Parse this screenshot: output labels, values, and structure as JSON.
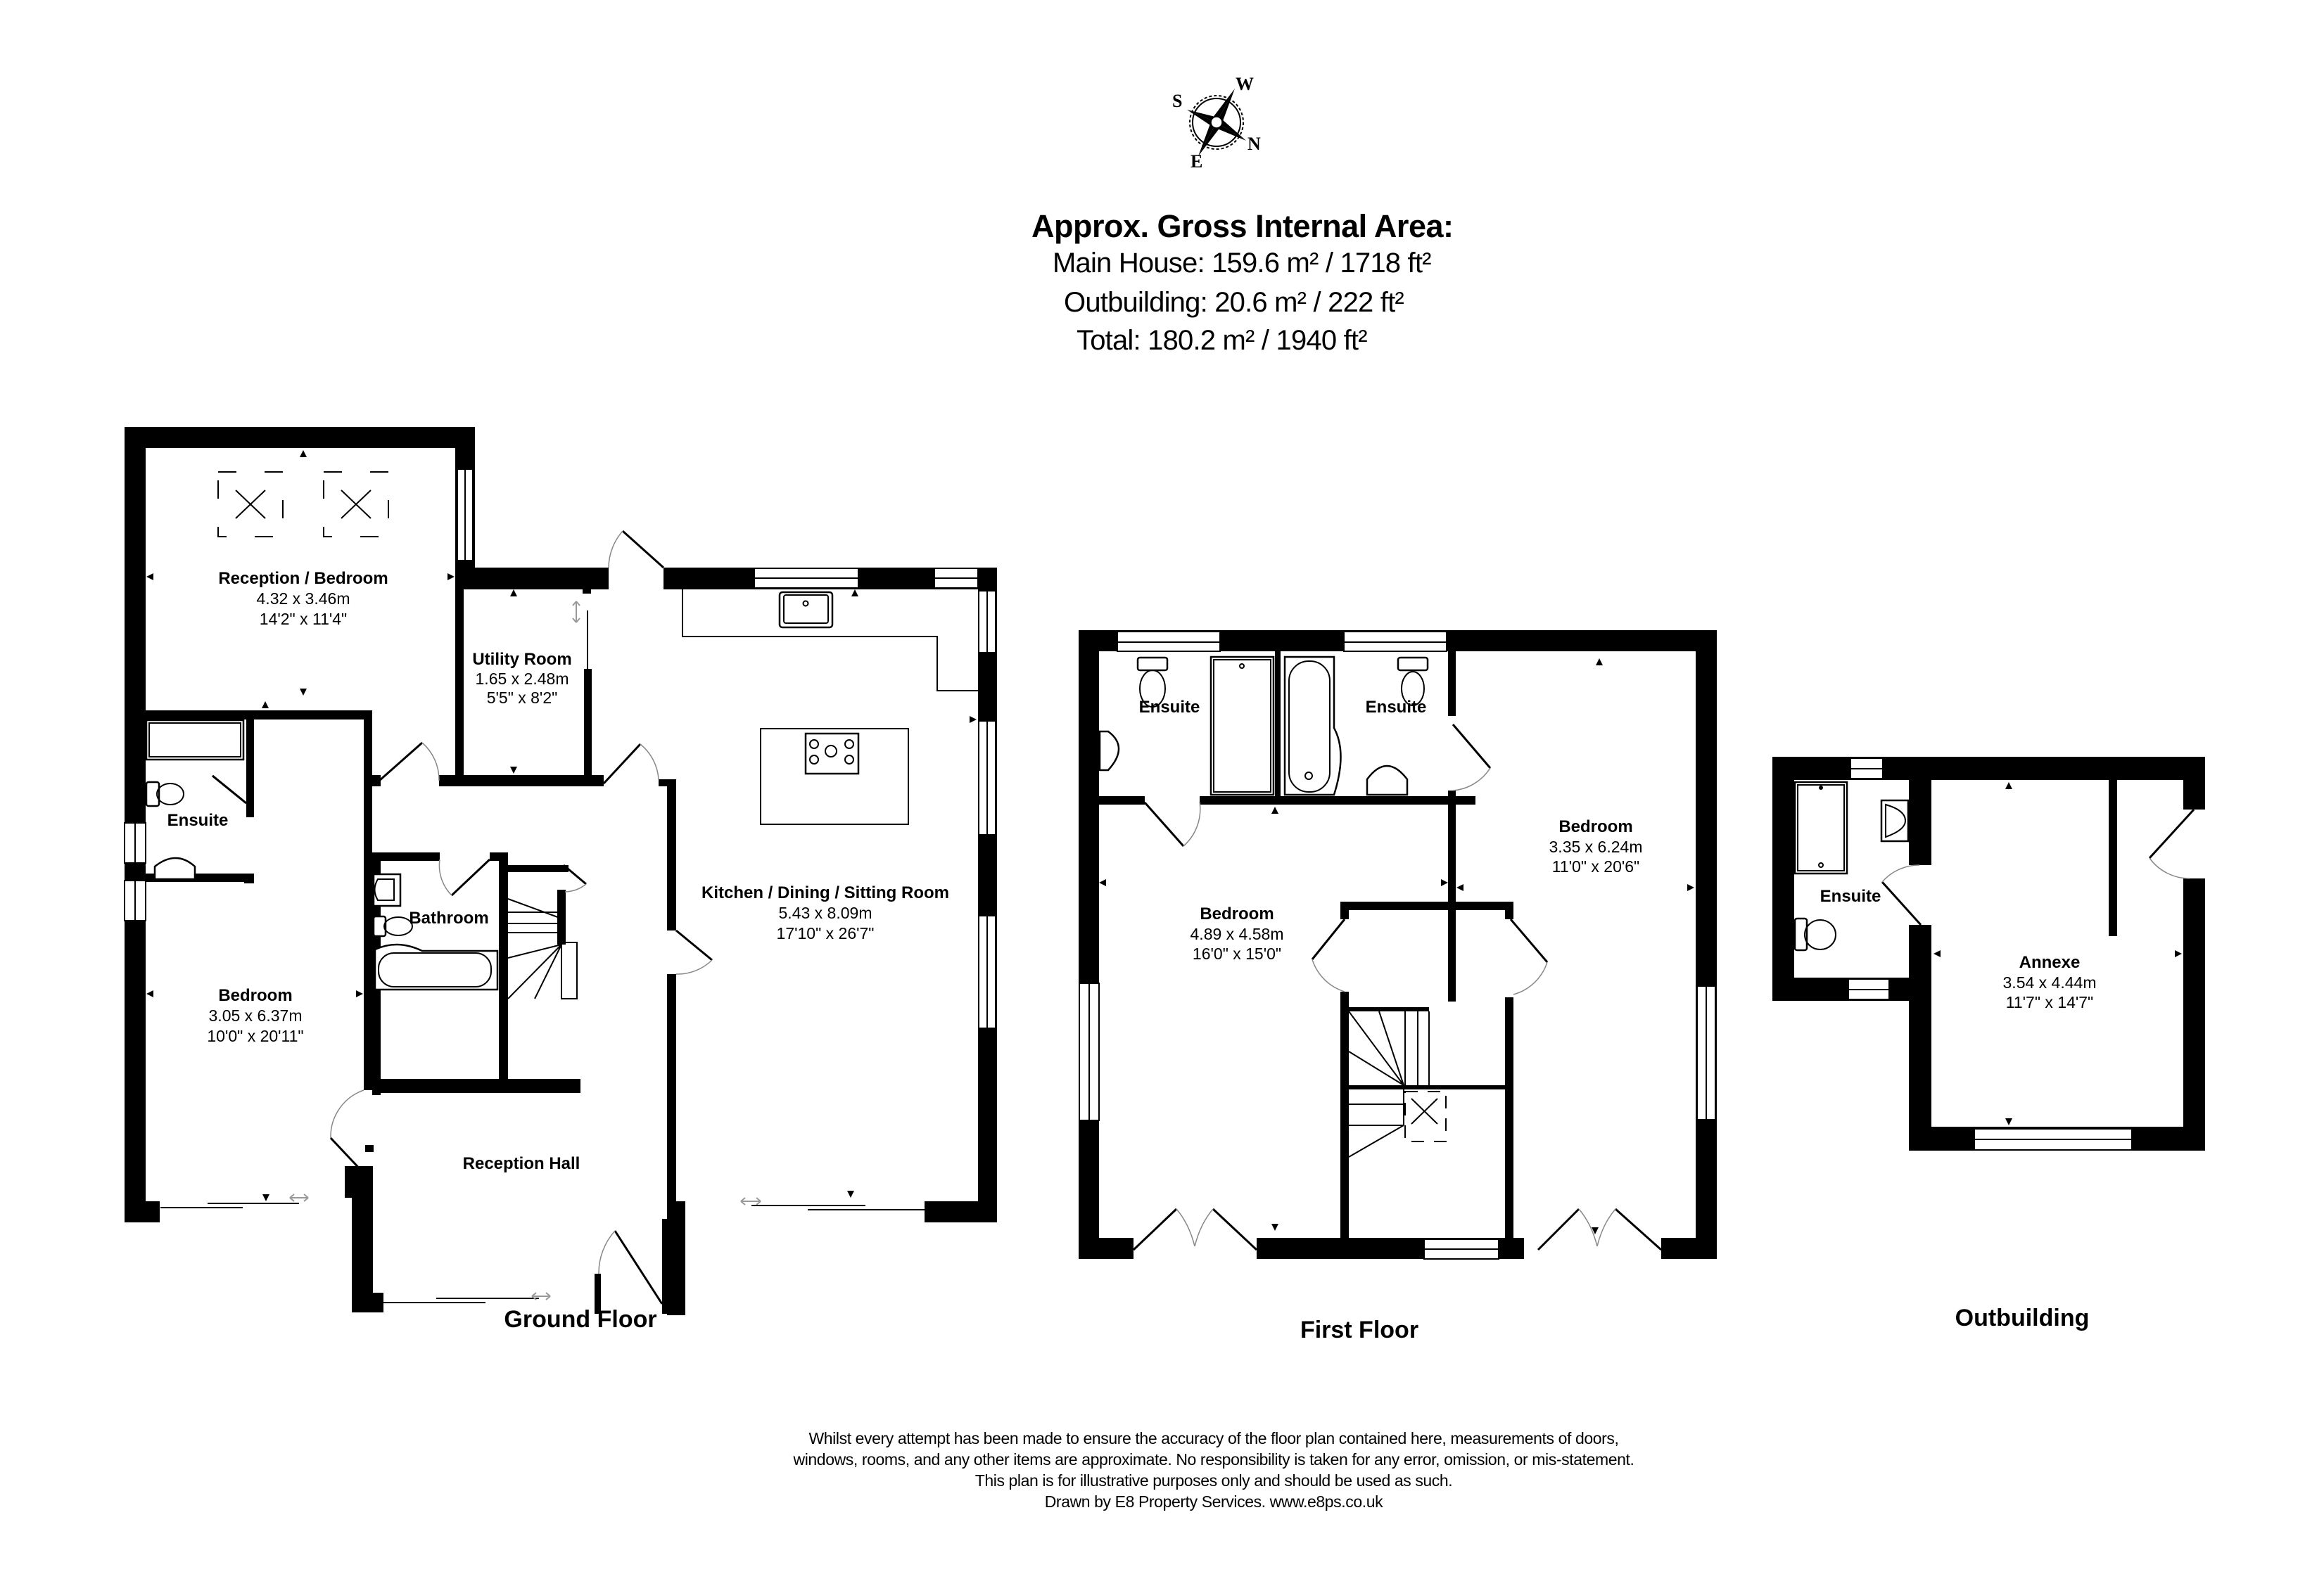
{
  "compass": {
    "icon": "compass-rose-icon",
    "labels": {
      "S": "S",
      "W": "W",
      "N": "N",
      "E": "E"
    }
  },
  "area": {
    "title": "Approx. Gross Internal Area:",
    "main_house": "Main House: 159.6 m² / 1718 ft²",
    "outbuilding": "Outbuilding: 20.6 m² / 222 ft²",
    "total": "Total: 180.2 m² / 1940 ft²"
  },
  "floors": {
    "ground": {
      "label": "Ground Floor",
      "rooms": {
        "reception_bedroom": {
          "name": "Reception / Bedroom",
          "metric": "4.32 x 3.46m",
          "imperial": "14'2\" x 11'4\""
        },
        "utility": {
          "name": "Utility Room",
          "metric": "1.65 x 2.48m",
          "imperial": "5'5\" x 8'2\""
        },
        "ensuite": {
          "name": "Ensuite"
        },
        "bedroom": {
          "name": "Bedroom",
          "metric": "3.05 x 6.37m",
          "imperial": "10'0\" x 20'11\""
        },
        "bathroom": {
          "name": "Bathroom"
        },
        "kitchen": {
          "name": "Kitchen / Dining / Sitting Room",
          "metric": "5.43 x 8.09m",
          "imperial": "17'10\" x 26'7\""
        },
        "hall": {
          "name": "Reception Hall"
        }
      }
    },
    "first": {
      "label": "First Floor",
      "rooms": {
        "ensuite_left": {
          "name": "Ensuite"
        },
        "ensuite_right": {
          "name": "Ensuite"
        },
        "bedroom_left": {
          "name": "Bedroom",
          "metric": "4.89 x 4.58m",
          "imperial": "16'0\" x 15'0\""
        },
        "bedroom_right": {
          "name": "Bedroom",
          "metric": "3.35 x 6.24m",
          "imperial": "11'0\" x 20'6\""
        }
      }
    },
    "outbuilding": {
      "label": "Outbuilding",
      "rooms": {
        "ensuite": {
          "name": "Ensuite"
        },
        "annexe": {
          "name": "Annexe",
          "metric": "3.54 x 4.44m",
          "imperial": "11'7\" x 14'7\""
        }
      }
    }
  },
  "disclaimer": {
    "line1": "Whilst every attempt has been made to ensure the accuracy of the floor plan contained here, measurements of doors,",
    "line2": "windows, rooms, and any other items are approximate. No responsibility is taken for any error, omission, or mis-statement.",
    "line3": "This plan is for illustrative purposes only and should be used as such.",
    "line4": "Drawn by E8 Property Services. www.e8ps.co.uk"
  }
}
